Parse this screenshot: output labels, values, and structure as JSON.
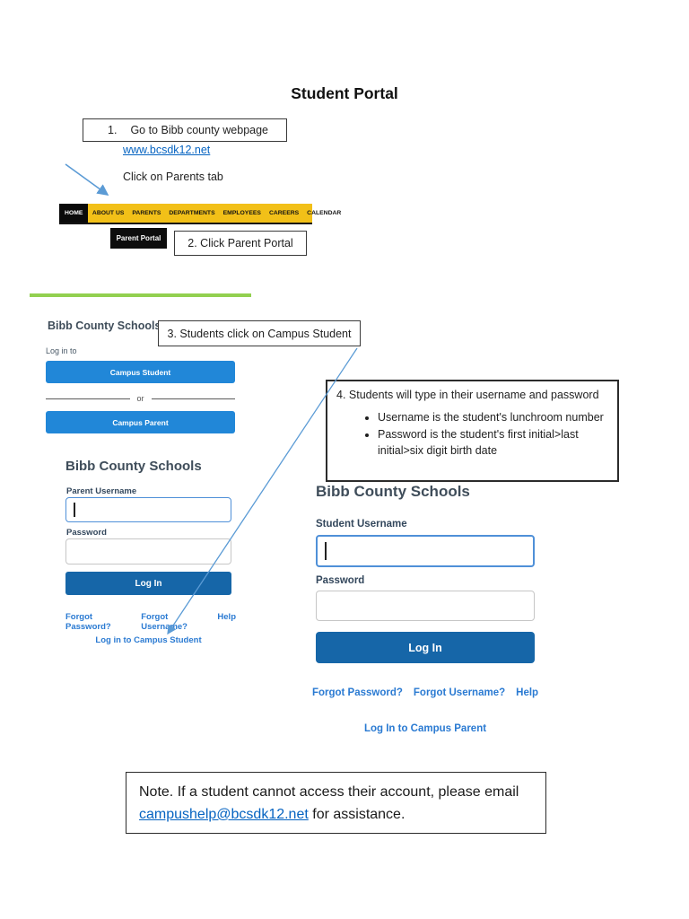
{
  "page": {
    "title": "Student Portal"
  },
  "step1_box": {
    "number": "1.",
    "text": "Go to Bibb county webpage"
  },
  "website_link": "www.bcsdk12.net",
  "parents_tab_note": "Click on Parents tab",
  "navbar": {
    "items": [
      "HOME",
      "ABOUT US",
      "PARENTS",
      "DEPARTMENTS",
      "EMPLOYEES",
      "CAREERS",
      "CALENDAR"
    ],
    "active_item": "HOME"
  },
  "parent_portal_button": "Parent Portal",
  "step2_box": "2. Click Parent Portal",
  "step3_box": "3. Students click on Campus Student",
  "step4_box": {
    "heading": "4. Students will type in their username and password",
    "bullets": [
      "Username is the student's lunchroom number",
      "Password is the student's first initial>last initial>six digit birth date"
    ]
  },
  "campus_select": {
    "heading": "Bibb County Schools",
    "log_in_to": "Log in to",
    "student_button": "Campus Student",
    "or": "or",
    "parent_button": "Campus Parent"
  },
  "parent_login": {
    "heading": "Bibb County Schools",
    "username_label": "Parent Username",
    "username_value": "",
    "password_label": "Password",
    "password_value": "",
    "login_button": "Log In",
    "links": [
      "Forgot Password?",
      "Forgot Username?",
      "Help"
    ],
    "switch_link": "Log in to Campus Student"
  },
  "student_login": {
    "heading": "Bibb County Schools",
    "username_label": "Student Username",
    "username_value": "",
    "password_label": "Password",
    "password_value": "",
    "login_button": "Log In",
    "links": [
      "Forgot Password?",
      "Forgot Username?",
      "Help"
    ],
    "switch_link": "Log In to Campus Parent"
  },
  "note": {
    "prefix": "Note. If a student cannot access their account, please email ",
    "email_link": "campushelp@bcsdk12.net",
    "suffix": " for assistance."
  },
  "colors": {
    "campus_button_blue": "#2187D8",
    "login_button_blue": "#1666A8",
    "form_link_blue": "#2A7AD2",
    "document_link_blue": "#0563C1",
    "arrow_blue": "#5B9BD5",
    "navbar_yellow": "#F2C018",
    "green_divider": "#92D050",
    "heading_slate": "#3F4D5A"
  }
}
